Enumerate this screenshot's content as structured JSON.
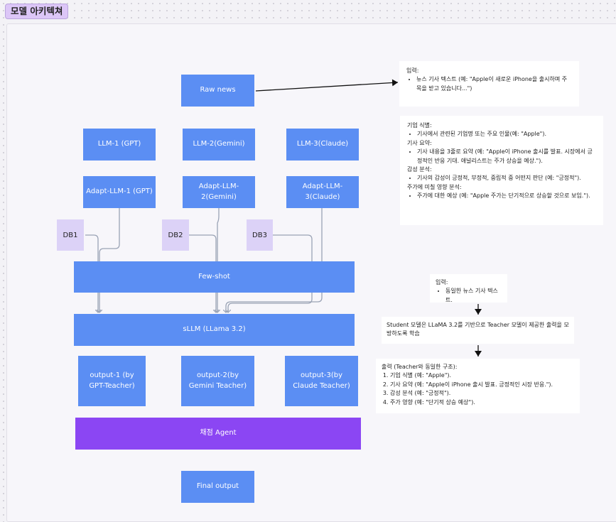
{
  "title": "모델 아키텍쳐",
  "nodes": {
    "raw_news": "Raw news",
    "llm1": "LLM-1 (GPT)",
    "llm2": "LLM-2(Gemini)",
    "llm3": "LLM-3(Claude)",
    "adapt1": "Adapt-LLM-1 (GPT)",
    "adapt2": "Adapt-LLM-2(Gemini)",
    "adapt3": "Adapt-LLM-3(Claude)",
    "db1": "DB1",
    "db2": "DB2",
    "db3": "DB3",
    "fewshot": "Few-shot",
    "sllm": "sLLM (LLama 3.2)",
    "out1": "output-1 (by GPT-Teacher)",
    "out2": "output-2(by Gemini Teacher)",
    "out3": "output-3(by Claude Teacher)",
    "agent": "채점 Agent",
    "final": "Final output"
  },
  "notes": {
    "input1": {
      "label": "입력:",
      "item": "뉴스 기사 텍스트 (예: \"Apple이 새로운 iPhone을 출시하며 주목을 받고 있습니다...\")"
    },
    "tasks": {
      "h1": "기업 식별:",
      "i1": "기사에서 관련된 기업명 또는 주요 인물(예: \"Apple\").",
      "h2": "기사 요약:",
      "i2": "기사 내용을 3줄로 요약 (예: \"Apple이 iPhone 출시를 발표. 시장에서 긍정적인 반응 기대. 애널리스트는 주가 상승을 예상.\").",
      "h3": "감성 분석:",
      "i3": "기사의 감성이 긍정적, 부정적, 중립적 중 어떤지 판단 (예: \"긍정적\").",
      "h4": "주가에 미칠 영향 분석:",
      "i4": "주가에 대한 예상 (예: \"Apple 주가는 단기적으로 상승할 것으로 보임.\")."
    },
    "input2": {
      "label": "입력:",
      "item": "동일한 뉴스 기사 텍스트."
    },
    "student": "Student 모델은 LLaMA 3.2를 기반으로 Teacher 모델이 제공한 출력을 모방하도록 학습",
    "output": {
      "label": "출력 (Teacher와 동일한 구조):",
      "items": [
        "기업 식별 (예: \"Apple\").",
        "기사 요약 (예: \"Apple이 iPhone 출시 발표. 긍정적인 시장 반응.\").",
        "감성 분석 (예: \"긍정적\").",
        "주가 영향 (예: \"단기적 상승 예상\")."
      ]
    }
  },
  "colors": {
    "node": "#5b8ef3",
    "db": "#dcd2f7",
    "agent": "#8b46f3",
    "connector": "#9aa3b5",
    "title_badge": "#dcc6f7"
  }
}
